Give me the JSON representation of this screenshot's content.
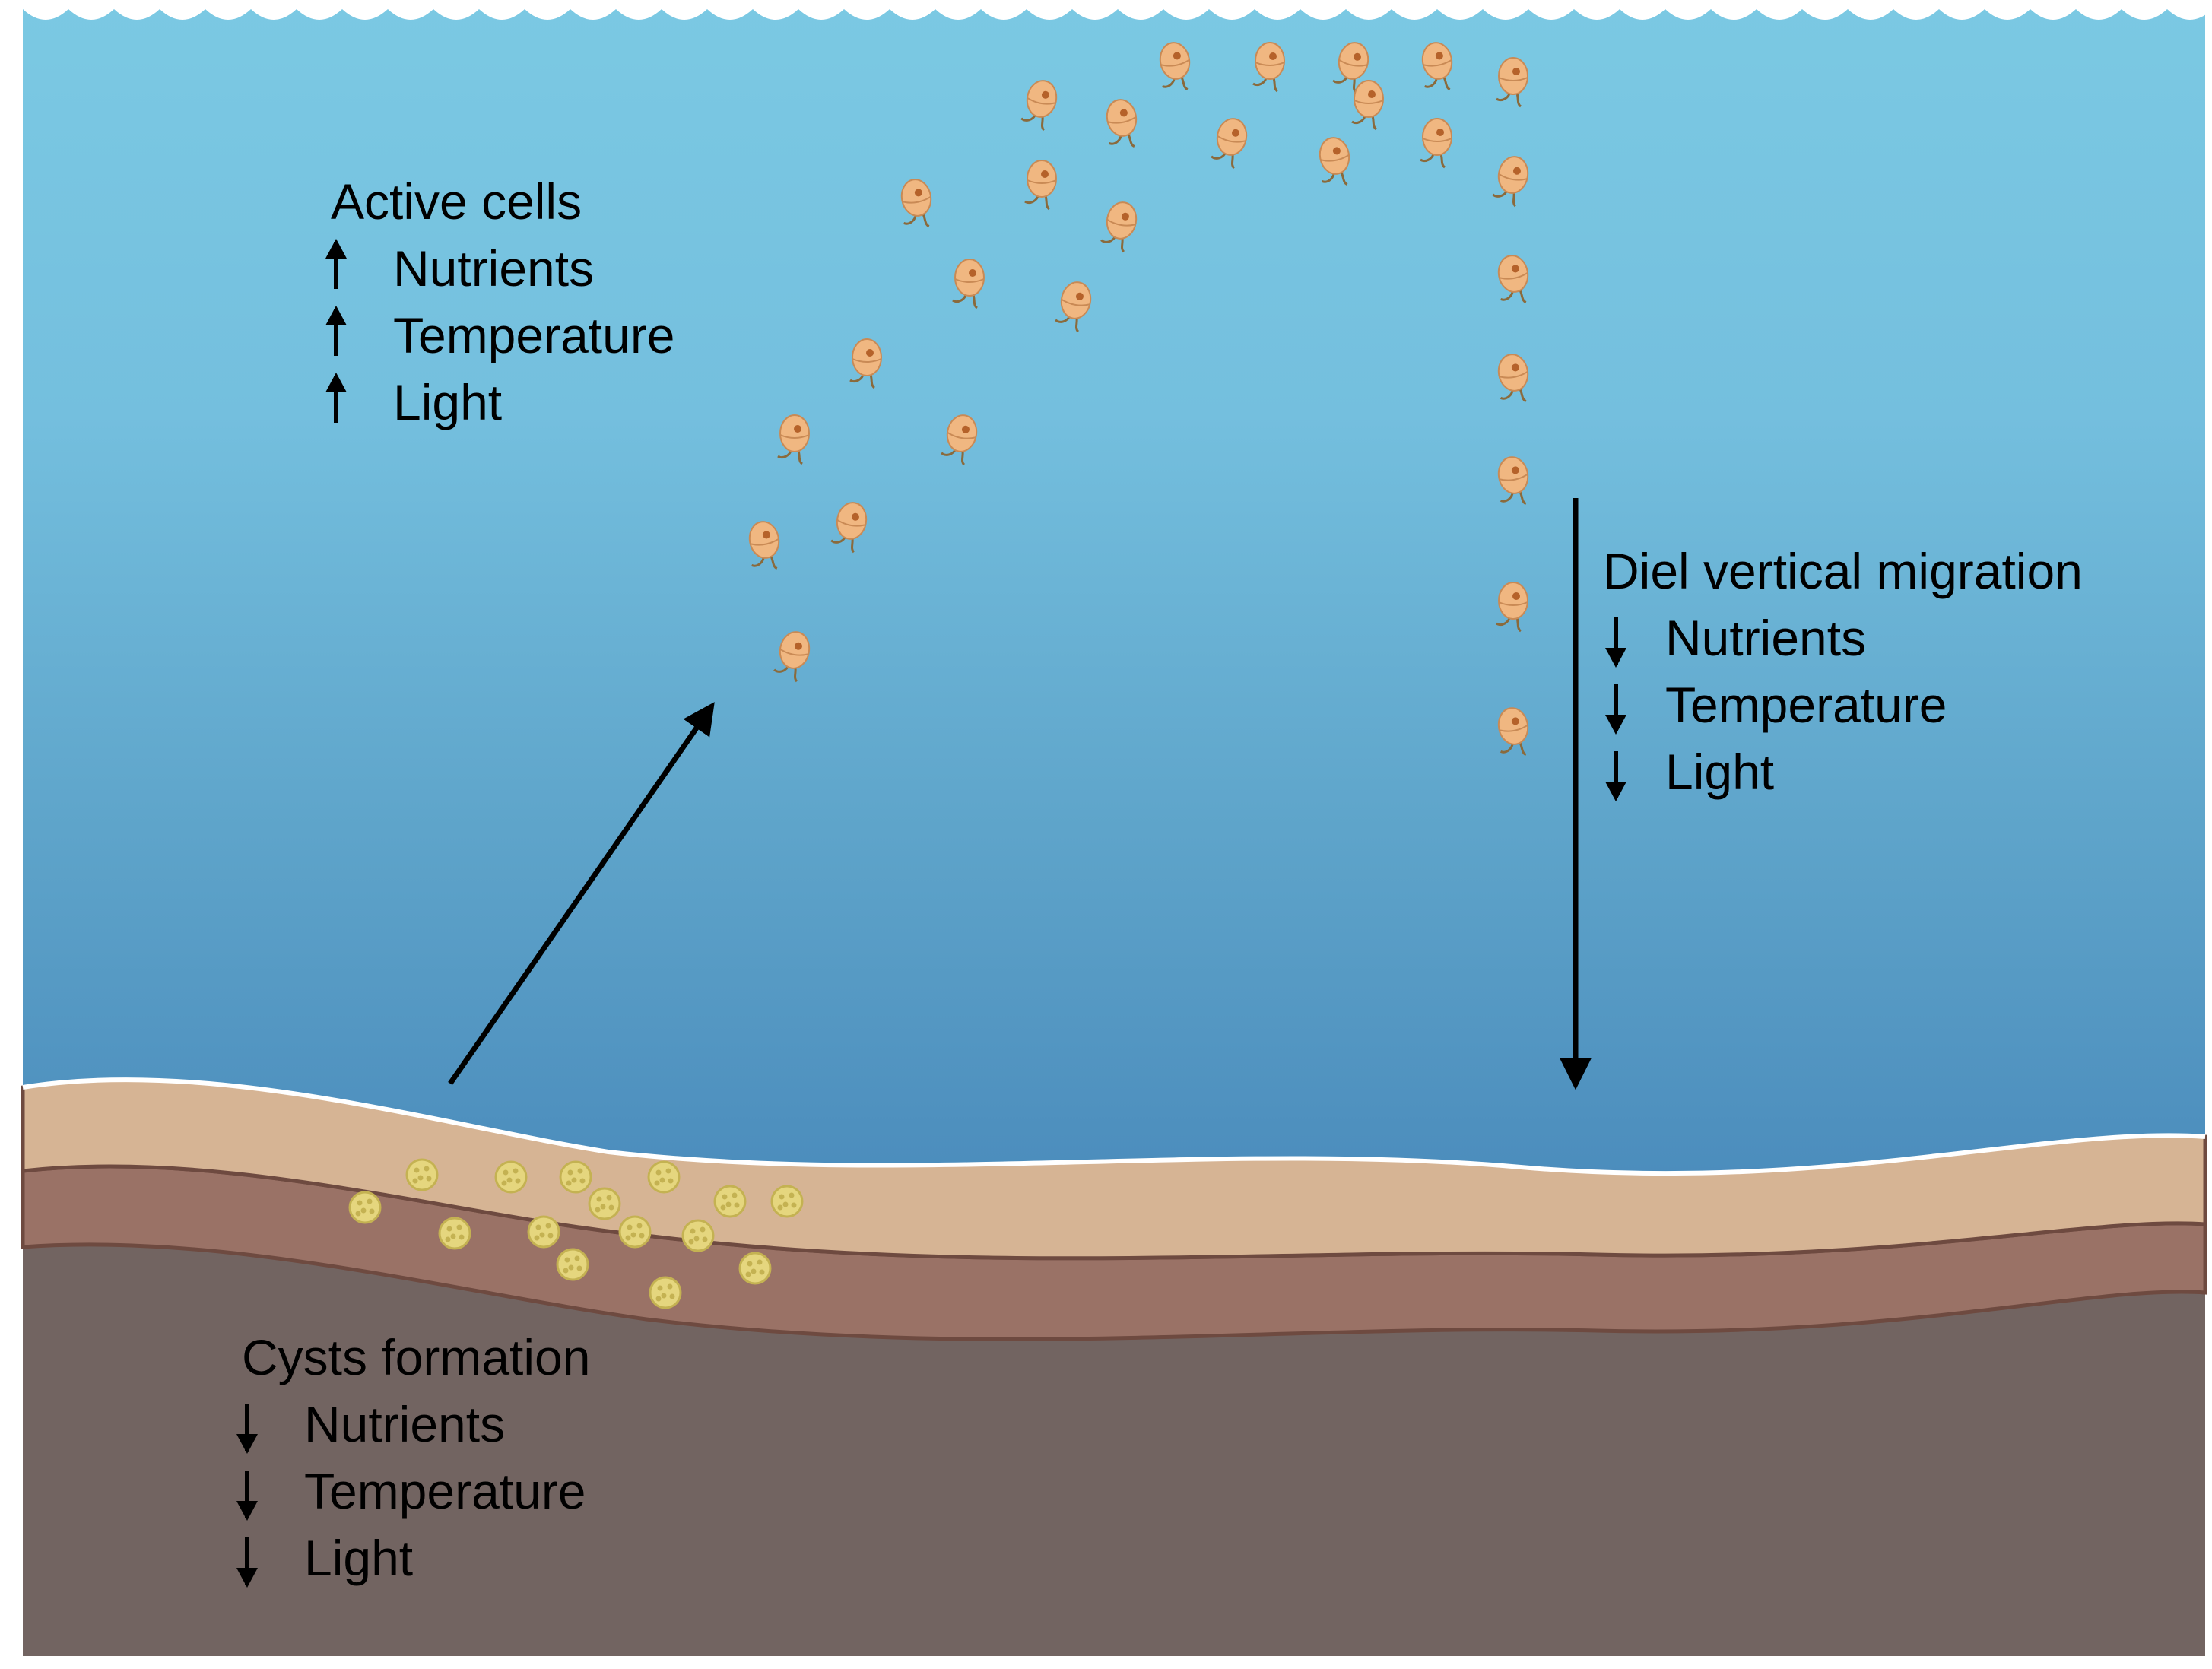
{
  "colors": {
    "water_top": "#7bc9e3",
    "water_bottom": "#4e8fbd",
    "sediment_light": "#d6b494",
    "sediment_mid": "#9a7266",
    "sediment_deep": "#726461",
    "cell": "#f0b781",
    "cyst": "#e5d67e",
    "arrow": "#000000"
  },
  "active_cells": {
    "title": "Active cells",
    "items": [
      {
        "arrow": "up",
        "label": "Nutrients"
      },
      {
        "arrow": "up",
        "label": "Temperature"
      },
      {
        "arrow": "up",
        "label": "Light"
      }
    ]
  },
  "diel_migration": {
    "title": "Diel vertical migration",
    "items": [
      {
        "arrow": "down",
        "label": "Nutrients"
      },
      {
        "arrow": "down",
        "label": "Temperature"
      },
      {
        "arrow": "down",
        "label": "Light"
      }
    ]
  },
  "cysts_formation": {
    "title": "Cysts formation",
    "items": [
      {
        "arrow": "down",
        "label": "Nutrients"
      },
      {
        "arrow": "down",
        "label": "Temperature"
      },
      {
        "arrow": "down",
        "label": "Light"
      }
    ]
  },
  "icons": {
    "cell": "dinoflagellate-cell-icon",
    "cyst": "cyst-icon"
  }
}
